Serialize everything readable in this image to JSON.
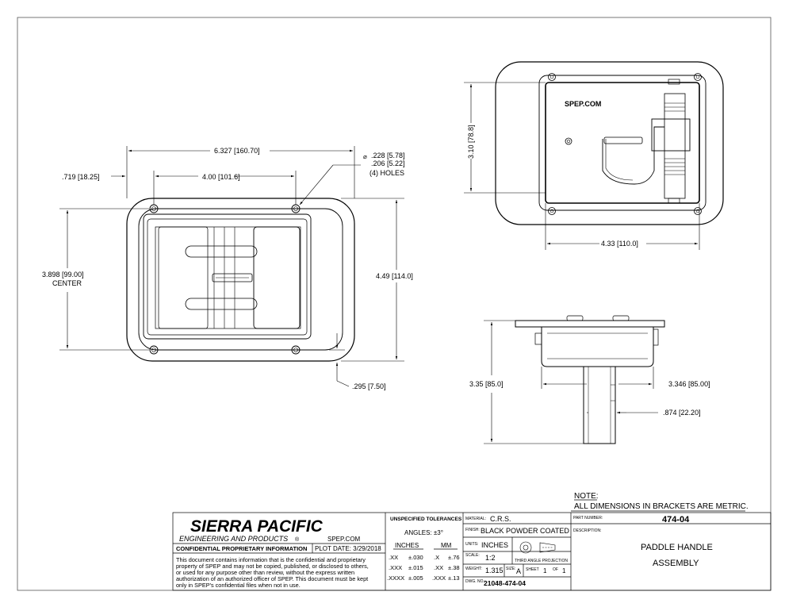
{
  "top_view": {
    "overall_width": ".327",
    "overall_width_prefix": "6",
    "overall_width_metric": "160.70",
    "hole_offset": ".719",
    "hole_offset_metric": "18.25",
    "hole_spacing": "4.00",
    "hole_spacing_metric": "101.6",
    "hole_dia_max": ".228",
    "hole_dia_max_metric": "5.78",
    "hole_dia_min": ".206",
    "hole_dia_min_metric": "5.22",
    "hole_count": "(4) HOLES",
    "center_dim": "3.898",
    "center_dim_metric": "99.00",
    "center_label": "CENTER",
    "height": "4.49",
    "height_metric": "114.0",
    "edge_offset": ".295",
    "edge_offset_metric": "7.50"
  },
  "cutout_view": {
    "brand": "SPEP.COM",
    "height": "3.10",
    "height_metric": "78.8",
    "width": "4.33",
    "width_metric": "110.0"
  },
  "side_view": {
    "depth": "3.35",
    "depth_metric": "85.0",
    "width": "3.346",
    "width_metric": "85.00",
    "stem": ".874",
    "stem_metric": "22.20"
  },
  "note": {
    "heading": "NOTE:",
    "text": "ALL DIMENSIONS IN BRACKETS ARE METRIC."
  },
  "title_block": {
    "company": "SIERRA PACIFIC",
    "company_sub": "ENGINEERING AND PRODUCTS",
    "registered": "®",
    "website": "SPEP.COM",
    "confidential_heading": "CONFIDENTIAL PROPRIETARY INFORMATION",
    "plot_date": "PLOT DATE: 3/29/2018",
    "confidential_lines": [
      "This document contains information that is the confidential and proprietary",
      "property of SPEP and may not be copied, published, or disclosed to others,",
      "or used for any purpose  other than review, without the express written",
      "authorization of an authorized officer of SPEP. This document must be kept",
      "only in SPEP's confidential files when not in use."
    ],
    "tolerances_heading": "UNSPECIFIED TOLERANCES",
    "angles": "ANGLES: ±3°",
    "col_inches": "INCHES",
    "col_mm": "MM",
    "tol_rows": [
      {
        "in_label": ".XX",
        "in_tol": "±.030",
        "mm_label": ".X",
        "mm_tol": "±.76"
      },
      {
        "in_label": ".XXX",
        "in_tol": "±.015",
        "mm_label": ".XX",
        "mm_tol": "±.38"
      },
      {
        "in_label": ".XXXX",
        "in_tol": "±.005",
        "mm_label": ".XXX",
        "mm_tol": "±.13"
      }
    ],
    "material_label": "MATERIAL:",
    "material": "C.R.S.",
    "finish_label": "FINISH:",
    "finish": "BLACK POWDER COATED",
    "units_label": "UNITS:",
    "units": "INCHES",
    "projection": "THIRD ANGLE PROJECTION",
    "scale_label": "SCALE:",
    "scale": "1:2",
    "weight_label": "WEIGHT:",
    "weight": "1.315",
    "size_label": "SIZE:",
    "size": "A",
    "sheet_label": "SHEET",
    "sheet": "1",
    "of_label": "OF",
    "sheet_total": "1",
    "dwg_label": "DWG. NO.:",
    "dwg_no": "21048-474-04",
    "part_label": "PART NUMBER:",
    "part_number": "474-04",
    "description_label": "DESCRIPTION:",
    "description_line1": "PADDLE HANDLE",
    "description_line2": "ASSEMBLY"
  }
}
